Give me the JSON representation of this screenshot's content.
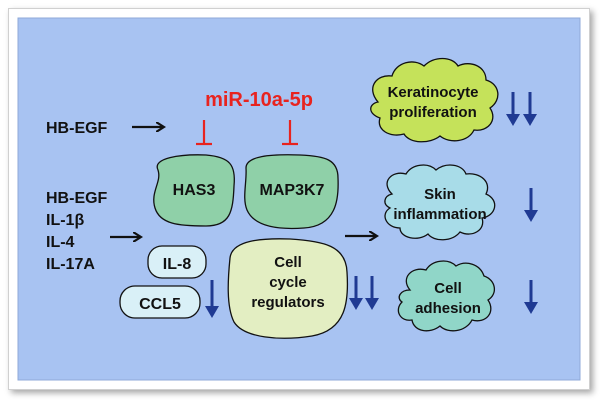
{
  "mirna": "miR-10a-5p",
  "stimulus_single": "HB-EGF",
  "stimuli_group": [
    "HB-EGF",
    "IL-1β",
    "IL-4",
    "IL-17A"
  ],
  "targets": [
    "HAS3",
    "MAP3K7"
  ],
  "chemokines": [
    "IL-8",
    "CCL5"
  ],
  "cell_cycle": [
    "Cell",
    "cycle",
    "regulators"
  ],
  "outcomes": {
    "keratinocyte": [
      "Keratinocyte",
      "proliferation"
    ],
    "skin": [
      "Skin",
      "inflammation"
    ],
    "adhesion": [
      "Cell",
      "adhesion"
    ]
  },
  "colors": {
    "background": "#a8c3f2",
    "mirna": "#e8231f",
    "targets_fill": "#8fd0a8",
    "chemokine_fill": "#d9f0f7",
    "cell_cycle_fill": "#e3eec2",
    "keratinocyte_fill": "#c5e25a",
    "skin_fill": "#a8dce8",
    "adhesion_fill": "#90d6c8",
    "down_arrow": "#1f3a93"
  },
  "icons": [
    "black-arrow-icon",
    "inhibition-tee-icon",
    "down-arrow-icon"
  ]
}
